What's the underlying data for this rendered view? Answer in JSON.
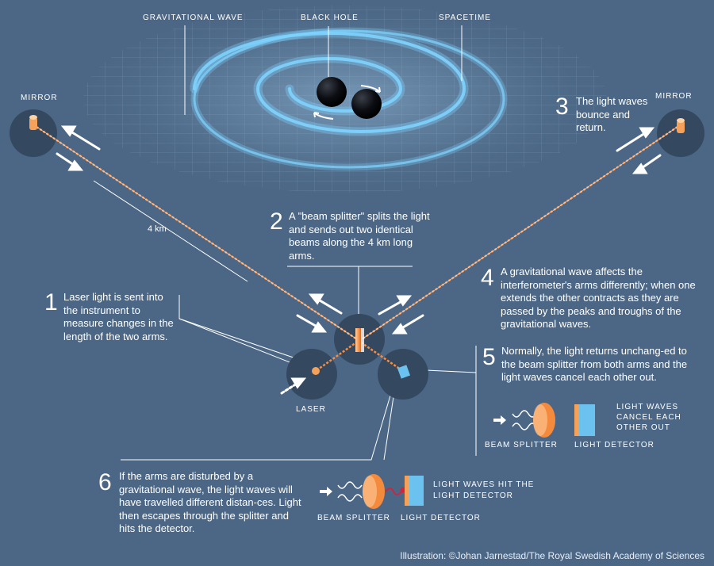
{
  "labels": {
    "gravitational_wave": "GRAVITATIONAL WAVE",
    "black_hole": "BLACK HOLE",
    "spacetime": "SPACETIME",
    "mirror_left": "MIRROR",
    "mirror_right": "MIRROR",
    "arm_length": "4 km",
    "laser": "LASER"
  },
  "steps": [
    {
      "number": "1",
      "text": "Laser light is sent into the instrument to measure changes in the length of the two arms."
    },
    {
      "number": "2",
      "text": "A \"beam splitter\" splits the light and sends out two identical beams along the 4 km long arms."
    },
    {
      "number": "3",
      "text": "The light waves bounce and return."
    },
    {
      "number": "4",
      "text": "A gravitational wave affects the interferometer's arms differently; when one extends the other contracts as they are passed by the peaks and troughs of the gravitational waves."
    },
    {
      "number": "5",
      "text": "Normally, the light returns unchang-ed to the beam splitter from both arms and the light waves cancel each other out."
    },
    {
      "number": "6",
      "text": "If the arms are disturbed by a gravitational wave, the light waves will have travelled different distan-ces. Light then escapes through the splitter and hits the detector."
    }
  ],
  "inset_normal": {
    "beam_splitter": "BEAM SPLITTER",
    "light_detector": "LIGHT DETECTOR",
    "result": "LIGHT WAVES CANCEL EACH OTHER OUT"
  },
  "inset_disturbed": {
    "beam_splitter": "BEAM SPLITTER",
    "light_detector": "LIGHT DETECTOR",
    "result": "LIGHT WAVES HIT THE LIGHT DETECTOR"
  },
  "credit": "Illustration: ©Johan Jarnestad/The Royal Swedish Academy of Sciences",
  "colors": {
    "background": "#4b6785",
    "spiral": "#7fd3ff",
    "beam": "#ff8c3a",
    "splitter": "#f6a15a",
    "detector": "#6cc2ee",
    "black_hole": "#0b0d12"
  },
  "icons": [
    "mirror-icon",
    "black-hole-icon",
    "beam-splitter-icon",
    "light-detector-icon",
    "laser-icon",
    "arrow-icon"
  ]
}
